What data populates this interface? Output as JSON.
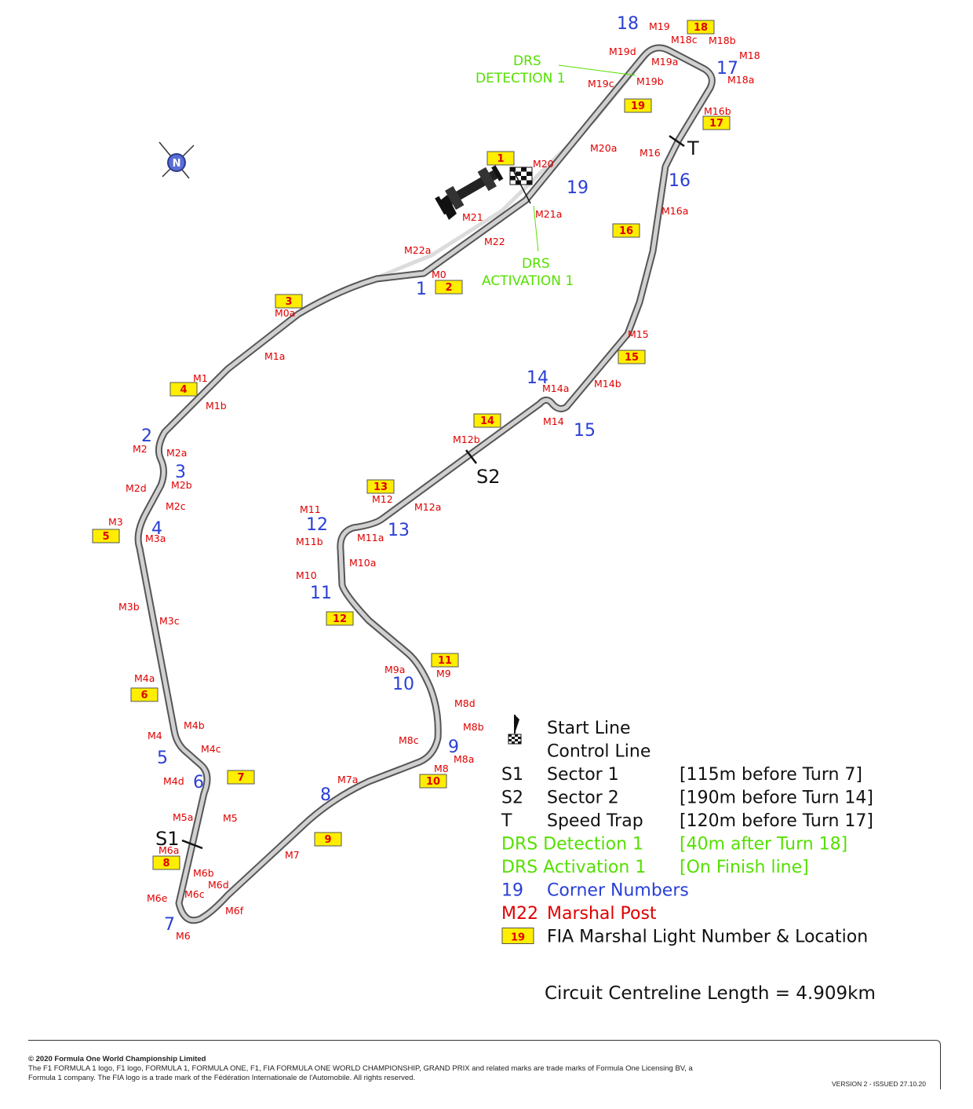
{
  "corners": [
    {
      "n": "1"
    },
    {
      "n": "2"
    },
    {
      "n": "3"
    },
    {
      "n": "4"
    },
    {
      "n": "5"
    },
    {
      "n": "6"
    },
    {
      "n": "7"
    },
    {
      "n": "8"
    },
    {
      "n": "9"
    },
    {
      "n": "10"
    },
    {
      "n": "11"
    },
    {
      "n": "12"
    },
    {
      "n": "13"
    },
    {
      "n": "14"
    },
    {
      "n": "15"
    },
    {
      "n": "16"
    },
    {
      "n": "17"
    },
    {
      "n": "18"
    },
    {
      "n": "19"
    }
  ],
  "marshals": [
    "M19",
    "M18c",
    "M18b",
    "M18",
    "M18a",
    "M19d",
    "M19a",
    "M19b",
    "M19c",
    "M16b",
    "M20a",
    "M16",
    "M20",
    "M21a",
    "M21",
    "M16a",
    "M22",
    "M22a",
    "M0",
    "M0a",
    "M1a",
    "M15",
    "M1",
    "M1b",
    "M14b",
    "M14a",
    "M14",
    "M12b",
    "M2",
    "M2a",
    "M2b",
    "M2d",
    "M2c",
    "M12",
    "M12a",
    "M11",
    "M3",
    "M3a",
    "M11b",
    "M11a",
    "M10a",
    "M10",
    "M3b",
    "M3c",
    "M9a",
    "M9",
    "M4a",
    "M8d",
    "M8b",
    "M4b",
    "M4",
    "M4c",
    "M8c",
    "M8a",
    "M8",
    "M4d",
    "M7a",
    "M5a",
    "M5",
    "M6a",
    "M7",
    "M6b",
    "M6d",
    "M6c",
    "M6e",
    "M6f",
    "M6"
  ],
  "lights": [
    "18",
    "19",
    "17",
    "1",
    "16",
    "2",
    "3",
    "15",
    "4",
    "14",
    "13",
    "5",
    "12",
    "11",
    "6",
    "7",
    "10",
    "9",
    "8"
  ],
  "labels": {
    "s1": "S1",
    "s2": "S2",
    "t": "T",
    "drs_det_1": "DRS",
    "drs_det_2": "DETECTION 1",
    "drs_act_1": "DRS",
    "drs_act_2": "ACTIVATION 1"
  },
  "legend": [
    {
      "sym": "",
      "label": "Start Line",
      "note": "",
      "color": "#111111"
    },
    {
      "sym": "",
      "label": "Control Line",
      "note": "",
      "color": "#111111"
    },
    {
      "sym": "S1",
      "label": "Sector 1",
      "note": "[115m before Turn 7]",
      "color": "#111111"
    },
    {
      "sym": "S2",
      "label": "Sector 2",
      "note": "[190m before Turn 14]",
      "color": "#111111"
    },
    {
      "sym": "T",
      "label": "Speed Trap",
      "note": "[120m before Turn 17]",
      "color": "#111111"
    },
    {
      "sym": "",
      "label": "DRS Detection 1",
      "note": "[40m after Turn 18]",
      "color": "#55e000"
    },
    {
      "sym": "",
      "label": "DRS Activation 1",
      "note": "[On Finish line]",
      "color": "#55e000"
    },
    {
      "sym": "19",
      "label": "Corner Numbers",
      "note": "",
      "color": "#2a3fd6"
    },
    {
      "sym": "M22",
      "label": "Marshal Post",
      "note": "",
      "color": "#e00000"
    },
    {
      "sym": "19",
      "label": "FIA Marshal Light Number & Location",
      "note": "",
      "color": "#111111"
    }
  ],
  "circuit_length": "Circuit Centreline Length = 4.909km",
  "footer": {
    "copyright": "© 2020 Formula One World Championship Limited",
    "line1": "The F1 FORMULA 1 logo, F1 logo, FORMULA 1, FORMULA ONE, F1, FIA FORMULA ONE WORLD CHAMPIONSHIP, GRAND PRIX and related marks are trade marks of Formula One Licensing BV, a",
    "line2": "Formula 1 company. The FIA logo is a trade mark of the Fédération Internationale de l'Automobile. All rights reserved.",
    "version": "VERSION 2 - ISSUED 27.10.20"
  },
  "colors": {
    "corner": "#2a3fd6",
    "marshal": "#e00000",
    "drs": "#55e000",
    "light": "#ffee00",
    "track": "#cfcfcf",
    "track_edge": "#555555"
  }
}
